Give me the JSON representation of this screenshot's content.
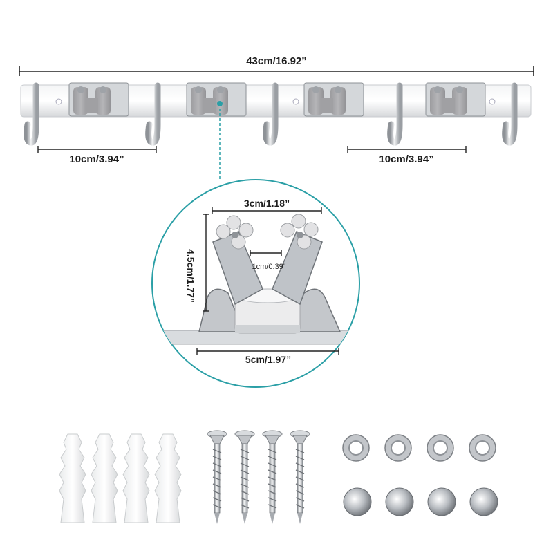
{
  "dimensions": {
    "total_length": "43cm/16.92”",
    "hook_spacing_left": "10cm/3.94”",
    "hook_spacing_right": "10cm/3.94”",
    "holder_top_width": "3cm/1.18”",
    "holder_height": "4.5cm/1.77”",
    "holder_gap": "1cm/0.39”",
    "holder_base_width": "5cm/1.97”"
  },
  "accessories": {
    "wall_anchors": 4,
    "screws": 4,
    "washers": 4,
    "screw_caps": 4
  },
  "colors": {
    "accent_teal": "#2a9fa6",
    "grip_gray": "#a9a9ab",
    "steel": "#c9ccd0"
  }
}
